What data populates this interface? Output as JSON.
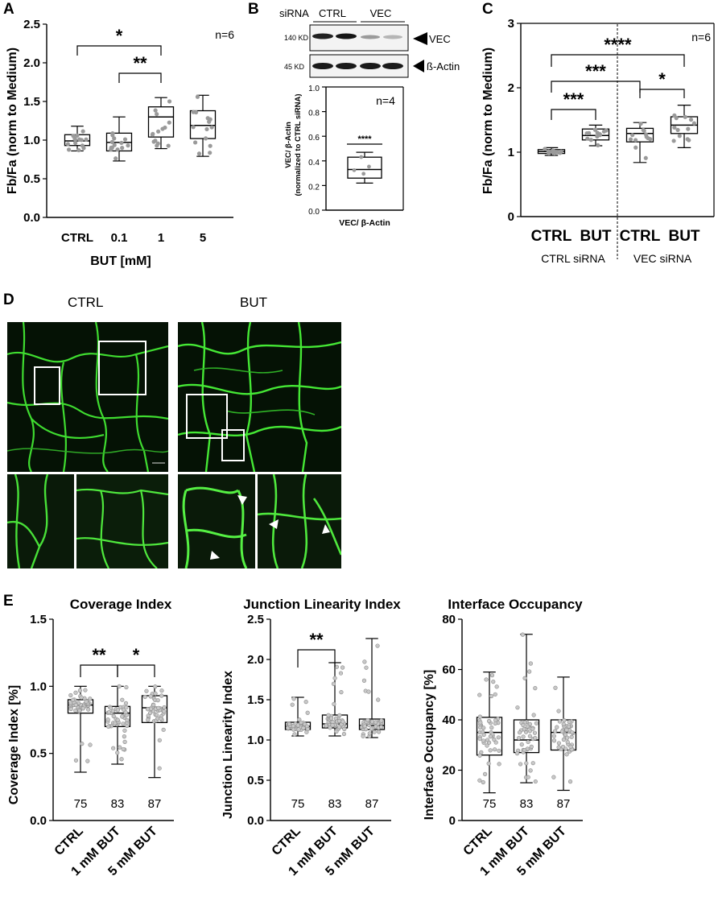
{
  "panels": {
    "A": {
      "letter": "A",
      "ylabel": "Fb/Fa (norm to Medium)",
      "xlabel": "BUT [mM]",
      "n_label": "n=6",
      "stars": [
        "*",
        "**"
      ]
    },
    "B": {
      "letter": "B",
      "blot": {
        "sirna_label": "siRNA",
        "groups": [
          "CTRL",
          "VEC"
        ],
        "rows": [
          {
            "size": "140 KD",
            "protein": "VEC"
          },
          {
            "size": "45 KD",
            "protein": "ß-Actin"
          }
        ]
      },
      "ylabel_lines": [
        "VEC/ β-Actin",
        "(normalized to CTRL siRNA)"
      ],
      "xlabel": "VEC/ β-Actin",
      "n_label": "n=4",
      "stars": [
        "****"
      ]
    },
    "C": {
      "letter": "C",
      "ylabel": "Fb/Fa (norm to Medium)",
      "n_label": "n=6",
      "group_labels": [
        "CTRL siRNA",
        "VEC siRNA"
      ],
      "stars": [
        "****",
        "***",
        "*",
        "***"
      ]
    },
    "D": {
      "letter": "D",
      "col_labels": [
        "CTRL",
        "BUT"
      ]
    },
    "E": {
      "letter": "E",
      "n_counts": [
        "75",
        "83",
        "87"
      ]
    }
  },
  "chart_data": [
    {
      "id": "A",
      "type": "box",
      "categories": [
        "CTRL",
        "0.1",
        "1",
        "5"
      ],
      "xlabel": "BUT [mM]",
      "ylabel": "Fb/Fa (norm to Medium)",
      "ylim": [
        0,
        2.5
      ],
      "yticks": [
        0.0,
        0.5,
        1.0,
        1.5,
        2.0,
        2.5
      ],
      "boxes": [
        {
          "min": 0.86,
          "q1": 0.93,
          "median": 0.99,
          "q3": 1.07,
          "max": 1.18
        },
        {
          "min": 0.73,
          "q1": 0.86,
          "median": 0.97,
          "q3": 1.09,
          "max": 1.3
        },
        {
          "min": 0.89,
          "q1": 1.04,
          "median": 1.3,
          "q3": 1.43,
          "max": 1.55
        },
        {
          "min": 0.79,
          "q1": 1.02,
          "median": 1.19,
          "q3": 1.38,
          "max": 1.58
        }
      ]
    },
    {
      "id": "B",
      "type": "box",
      "categories": [
        ""
      ],
      "xlabel": "VEC/ β-Actin",
      "ylim": [
        0,
        1.0
      ],
      "yticks": [
        0.0,
        0.2,
        0.4,
        0.6,
        0.8,
        1.0
      ],
      "boxes": [
        {
          "min": 0.22,
          "q1": 0.26,
          "median": 0.33,
          "q3": 0.43,
          "max": 0.47
        }
      ]
    },
    {
      "id": "C",
      "type": "box",
      "categories": [
        "CTRL",
        "BUT",
        "CTRL",
        "BUT"
      ],
      "ylim": [
        0,
        3
      ],
      "yticks": [
        0,
        1,
        2,
        3
      ],
      "boxes": [
        {
          "min": 0.95,
          "q1": 0.98,
          "median": 1.01,
          "q3": 1.04,
          "max": 1.07
        },
        {
          "min": 1.1,
          "q1": 1.19,
          "median": 1.26,
          "q3": 1.36,
          "max": 1.42
        },
        {
          "min": 0.84,
          "q1": 1.16,
          "median": 1.29,
          "q3": 1.37,
          "max": 1.46
        },
        {
          "min": 1.07,
          "q1": 1.29,
          "median": 1.42,
          "q3": 1.55,
          "max": 1.73
        }
      ]
    },
    {
      "id": "E1",
      "type": "box",
      "title": "Coverage Index",
      "ylabel": "Coverage Index [%]",
      "categories": [
        "CTRL",
        "1 mM BUT",
        "5 mM BUT"
      ],
      "ylim": [
        0,
        1.5
      ],
      "yticks": [
        0.0,
        0.5,
        1.0,
        1.5
      ],
      "boxes": [
        {
          "min": 0.36,
          "q1": 0.8,
          "median": 0.86,
          "q3": 0.9,
          "max": 1.0
        },
        {
          "min": 0.42,
          "q1": 0.7,
          "median": 0.8,
          "q3": 0.85,
          "max": 1.0
        },
        {
          "min": 0.32,
          "q1": 0.73,
          "median": 0.84,
          "q3": 0.93,
          "max": 1.0
        }
      ]
    },
    {
      "id": "E2",
      "type": "box",
      "title": "Junction Linearity Index",
      "ylabel": "Junction Linearity Index",
      "categories": [
        "CTRL",
        "1 mM BUT",
        "5 mM BUT"
      ],
      "ylim": [
        0,
        2.5
      ],
      "yticks": [
        0.0,
        0.5,
        1.0,
        1.5,
        2.0,
        2.5
      ],
      "boxes": [
        {
          "min": 1.05,
          "q1": 1.13,
          "median": 1.17,
          "q3": 1.22,
          "max": 1.53
        },
        {
          "min": 1.05,
          "q1": 1.15,
          "median": 1.2,
          "q3": 1.31,
          "max": 1.96
        },
        {
          "min": 1.03,
          "q1": 1.13,
          "median": 1.18,
          "q3": 1.26,
          "max": 2.26
        }
      ]
    },
    {
      "id": "E3",
      "type": "box",
      "title": "Interface Occupancy",
      "ylabel": "Interface Occupancy [%]",
      "categories": [
        "CTRL",
        "1 mM BUT",
        "5 mM BUT"
      ],
      "ylim": [
        0,
        80
      ],
      "yticks": [
        0,
        20,
        40,
        60,
        80
      ],
      "boxes": [
        {
          "min": 11,
          "q1": 26,
          "median": 35,
          "q3": 41,
          "max": 59
        },
        {
          "min": 15,
          "q1": 27,
          "median": 32,
          "q3": 40,
          "max": 74
        },
        {
          "min": 12,
          "q1": 28,
          "median": 35,
          "q3": 40,
          "max": 57
        }
      ]
    }
  ]
}
